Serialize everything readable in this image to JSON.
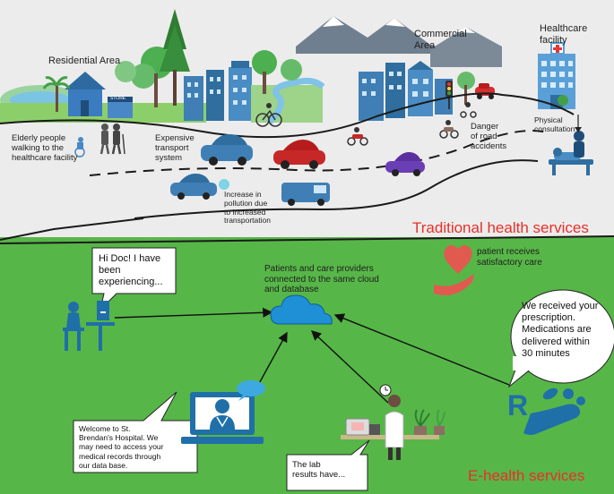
{
  "traditional": {
    "residential_area": "Residential Area",
    "commercial_area_line1": "Commercial",
    "commercial_area_line2": "Area",
    "healthcare_facility_line1": "Healthcare",
    "healthcare_facility_line2": "facility",
    "store_sign": "STORE",
    "elderly_line1": "Elderly people",
    "elderly_line2": "walking to the",
    "elderly_line3": "healthcare facility",
    "expensive_line1": "Expensive",
    "expensive_line2": "transport",
    "expensive_line3": "system",
    "danger_line1": "Danger",
    "danger_line2": "of road",
    "danger_line3": "accidents",
    "physical_line1": "Physical",
    "physical_line2": "consultation",
    "pollution_line1": "Increase in",
    "pollution_line2": "pollution due",
    "pollution_line3": "to increased",
    "pollution_line4": "transportation",
    "title": "Traditional health services"
  },
  "ehealth": {
    "patient_bubble_line1": "Hi Doc! I have",
    "patient_bubble_line2": "been",
    "patient_bubble_line3": "experiencing...",
    "cloud_line1": "Patients and care providers",
    "cloud_line2": "connected to the same cloud",
    "cloud_line3": "and database",
    "satisfactory_line1": "patient receives",
    "satisfactory_line2": "satisfactory care",
    "pharmacy_line1": "We received your",
    "pharmacy_line2": "prescription.",
    "pharmacy_line3": "Medications are",
    "pharmacy_line4": "delivered within",
    "pharmacy_line5": "30 minutes",
    "hospital_line1": "Welcome to St.",
    "hospital_line2": "Brendan's Hospital. We",
    "hospital_line3": "may need to access your",
    "hospital_line4": "medical records through",
    "hospital_line5": "our data base.",
    "lab_line1": "The lab",
    "lab_line2": "results have...",
    "rx_symbol": "R",
    "title": "E-health services"
  },
  "colors": {
    "top_bg": "#ececec",
    "bottom_bg": "#57b648",
    "title_red": "#e8302a",
    "cloud_blue": "#1f8fd6",
    "icon_blue": "#1f6fa8",
    "heart_red": "#e15a4f"
  }
}
